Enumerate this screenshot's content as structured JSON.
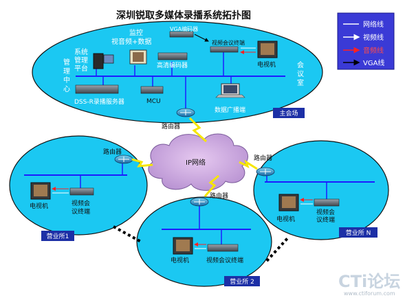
{
  "title": "深圳锐取多媒体录播系统拓扑图",
  "legend": {
    "items": [
      {
        "label": "网络线",
        "color": "#1c1cff"
      },
      {
        "label": "视频线",
        "color": "#ffffff"
      },
      {
        "label": "音频线",
        "color": "#ff2020"
      },
      {
        "label": "VGA线",
        "color": "#000000"
      }
    ]
  },
  "main_site": {
    "badge": "主会场",
    "side_left": [
      "管",
      "理",
      "中",
      "心"
    ],
    "side_right": [
      "会",
      "议",
      "室"
    ],
    "vga_encoder": "VGA编码器",
    "monitor_label_1": "监控",
    "monitor_label_2": "视音频+数据",
    "mgmt_label": [
      "系统",
      "管理",
      "平台"
    ],
    "hd_encoder": "高清编码器",
    "video_terminal": "视频会议终端",
    "tv": "电视机",
    "recorder": "DSS-R录播服务器",
    "mcu": "MCU",
    "broadcast": "数据广播端",
    "router": "路由器"
  },
  "cloud": {
    "label": "IP网络"
  },
  "site1": {
    "badge": "营业所1",
    "router": "路由器",
    "tv": "电视机",
    "terminal_1": "视频会",
    "terminal_2": "议终端"
  },
  "site2": {
    "badge": "营业所 2",
    "router": "路由器",
    "tv": "电视机",
    "terminal": "视频会议终端"
  },
  "siten": {
    "badge": "营业所 N",
    "router": "路由器",
    "tv": "电视机",
    "terminal_1": "视频会",
    "terminal_2": "议终端"
  },
  "watermark": {
    "brand": "CTi论坛",
    "url": "www.ctiforum.com"
  },
  "colors": {
    "site_fill": "#1bc8f2",
    "badge_fill": "#1c2fa6",
    "net_line": "#1c1cff",
    "audio_line": "#ff2020",
    "lightning": "#f6e600"
  }
}
